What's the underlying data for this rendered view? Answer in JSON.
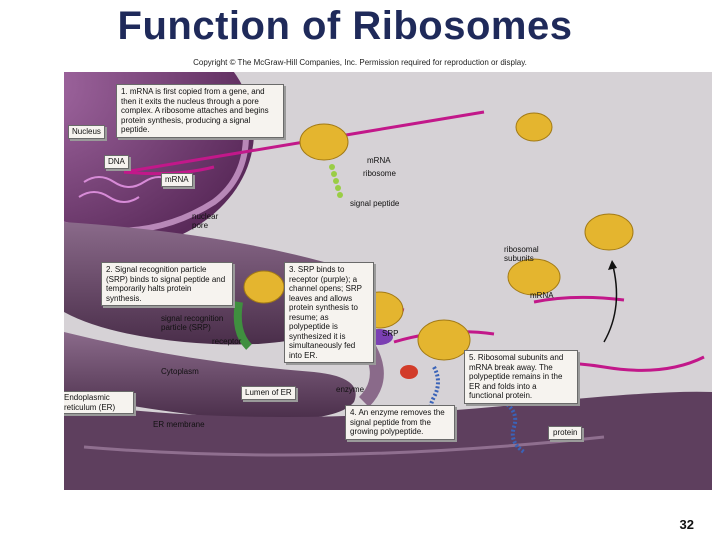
{
  "title": "Function of Ribosomes",
  "copyright": "Copyright © The McGraw-Hill Companies, Inc. Permission required for reproduction or display.",
  "steps": {
    "step1": "1. mRNA is first copied from a gene, and then it exits the nucleus through a pore complex. A ribosome attaches and begins protein synthesis, producing a signal peptide.",
    "step2": "2. Signal recognition particle (SRP) binds to signal peptide and temporarily halts protein synthesis.",
    "step3": "3. SRP binds to receptor (purple); a channel opens; SRP leaves and allows protein synthesis to resume; as polypeptide is synthesized it is simultaneously fed into ER.",
    "step4": "4. An enzyme removes the signal peptide from the growing polypeptide.",
    "step5": "5. Ribosomal subunits and mRNA break away. The polypeptide remains in the ER and folds into a functional protein."
  },
  "labels": {
    "nucleus": "Nucleus",
    "dna": "DNA",
    "mrna_top": "mRNA",
    "mrna_left": "mRNA",
    "ribosome": "ribosome",
    "signal_peptide": "signal peptide",
    "nuclear_pore": "nuclear pore",
    "ribosomal_subunits": "ribosomal subunits",
    "mrna_right": "mRNA",
    "srp_particle": "signal recognition particle (SRP)",
    "receptor": "receptor",
    "srp": "SRP",
    "cytoplasm": "Cytoplasm",
    "er": "Endoplasmic reticulum (ER)",
    "lumen": "Lumen of ER",
    "enzyme": "enzyme",
    "er_membrane": "ER membrane",
    "protein": "protein"
  },
  "page_number": "32",
  "colors": {
    "title": "#1f2a5a",
    "panel": "#d4d0d4",
    "nucleus": "#7a3f7a",
    "er": "#6b4a6b",
    "mrna": "#c2188a",
    "ribosome": "#e4b52f",
    "signal_peptide": "#9acd46",
    "protein": "#3a63b8",
    "srp": "#3f8f3f",
    "receptor": "#7b3fb3",
    "enzyme": "#d23c2a"
  }
}
